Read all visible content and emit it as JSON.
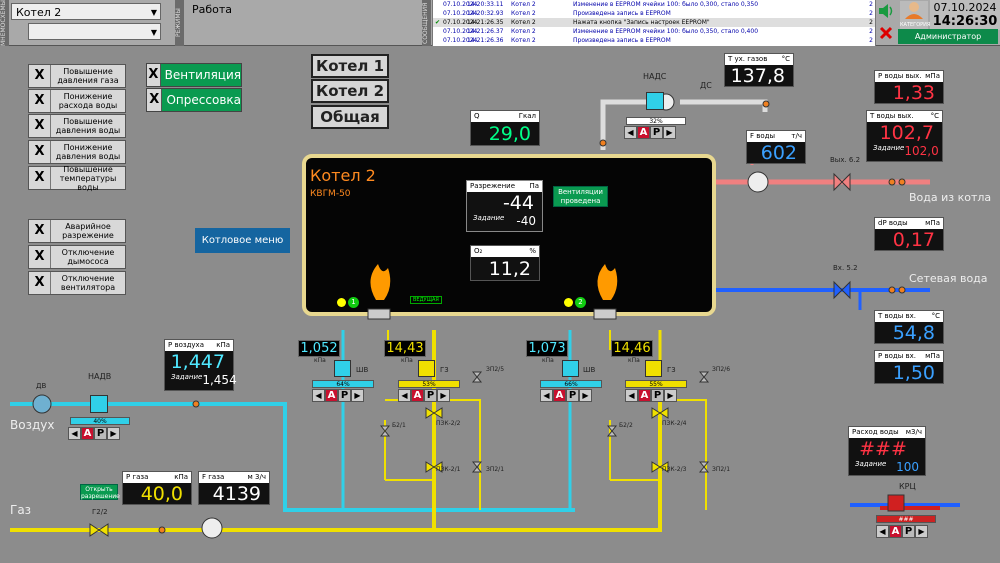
{
  "header": {
    "left_tab": "МНЕМОСХЕМЫ",
    "object_select": "Котел 2",
    "second_select": "",
    "mode_tab": "РЕЖИМЫ",
    "mode_value": "Работа",
    "events_tab": "СООБЩЕНИЯ"
  },
  "events": [
    {
      "date": "07.10.2024",
      "time": "14:20:33.11",
      "source": "Котел 2",
      "msg": "Изменение в EEPROM ячейки 100: было 0,300, стало 0,350",
      "num": "2"
    },
    {
      "date": "07.10.2024",
      "time": "14:20:32.93",
      "source": "Котел 2",
      "msg": "Произведена запись в EEPROM",
      "num": "2"
    },
    {
      "date": "07.10.2024",
      "time": "14:21:26.35",
      "source": "Котел 2",
      "msg": "Нажата кнопка \"Запись настроек EEPROM\"",
      "num": "2"
    },
    {
      "date": "07.10.2024",
      "time": "14:21:26.37",
      "source": "Котел 2",
      "msg": "Изменение в EEPROM ячейки 100: было 0,350, стало 0,400",
      "num": "2"
    },
    {
      "date": "07.10.2024",
      "time": "14:21:26.36",
      "source": "Котел 2",
      "msg": "Произведена запись в EEPROM",
      "num": "2"
    }
  ],
  "user": {
    "label": "КАТЕГОРИЯ",
    "role": "Администратор"
  },
  "clock": {
    "date": "07.10.2024",
    "time": "14:26:30"
  },
  "alarms_left": [
    "Повышение давления газа",
    "Понижение расхода воды",
    "Повышение давления воды",
    "Понижение давления воды",
    "Повышение температуры воды"
  ],
  "alarms_left2": [
    "Аварийное разрежение",
    "Отключение дымососа",
    "Отключение вентилятора"
  ],
  "x_mark": "X",
  "green_buttons": [
    "Вентиляция",
    "Опрессовка"
  ],
  "boiler_select": [
    "Котел 1",
    "Котел 2",
    "Общая"
  ],
  "boiler_menu": "Котловое меню",
  "boiler": {
    "title": "Котел 2",
    "model": "КВГМ-50",
    "ventilation": "Вентиляции проведена",
    "leading": "ВЕДУЩАЯ"
  },
  "q_box": {
    "name": "Q",
    "unit": "Гкал",
    "value": "29,0"
  },
  "vacuum": {
    "name": "Разрежение",
    "unit": "Па",
    "value": "-44",
    "set_label": "Задание",
    "set_value": "-40"
  },
  "o2": {
    "name": "O₂",
    "unit": "%",
    "value": "11,2"
  },
  "t_flue": {
    "name": "T ух. газов",
    "unit": "°C",
    "value": "137,8"
  },
  "nads": {
    "label": "НАДС",
    "pct": "32%",
    "ds": "ДС"
  },
  "f_water": {
    "name": "F воды",
    "unit": "т/ч",
    "value": "602"
  },
  "p_water_out": {
    "name": "P воды вых.",
    "unit": "мПа",
    "value": "1,33"
  },
  "t_water_out": {
    "name": "T воды вых.",
    "unit": "°C",
    "value": "102,7",
    "set_label": "Задание",
    "set_value": "102,0"
  },
  "dp_water": {
    "name": "dP воды",
    "unit": "мПа",
    "value": "0,17"
  },
  "t_water_in": {
    "name": "T воды вх.",
    "unit": "°C",
    "value": "54,8"
  },
  "p_water_in": {
    "name": "P воды вх.",
    "unit": "мПа",
    "value": "1,50"
  },
  "water_flow": {
    "name": "Расход воды",
    "unit": "м3/ч",
    "value": "###",
    "set_label": "Задание",
    "set_value": "100"
  },
  "krc": {
    "label": "КРЦ",
    "pct": "###"
  },
  "labels": {
    "water_out": "Вода из котла",
    "net_water": "Сетевая вода",
    "air": "Воздух",
    "gas": "Газ",
    "out_valve": "Вых. 6.2",
    "in_valve": "Вх. 5.2",
    "dv": "ДВ",
    "nadv": "НАДВ",
    "g22": "Г2/2"
  },
  "p_air": {
    "name": "P воздуха",
    "unit": "кПа",
    "value": "1,447",
    "set_label": "Задание",
    "set_value": "1,454"
  },
  "nadv_pct": "40%",
  "p_gas": {
    "name": "P газа",
    "unit": "кПа",
    "value": "40,0"
  },
  "f_gas": {
    "name": "F газа",
    "unit": "м 3/ч",
    "value": "4139"
  },
  "open_permit": "Открыть разрешение",
  "burner1": {
    "num": "1",
    "air_p": "1,052",
    "air_unit": "кПа",
    "gas_p": "14,43",
    "gas_unit": "кПа",
    "shv": "ШВ",
    "g": "Г3",
    "shv_pct": "64%",
    "g_pct": "53%",
    "zp": "ЗП2/5",
    "b": "Б2/1",
    "pzk1": "ПЗК-2/2",
    "pzk2": "ПЗК-2/1",
    "zp2": "ЗП2/1"
  },
  "burner2": {
    "num": "2",
    "air_p": "1,073",
    "air_unit": "кПа",
    "gas_p": "14,46",
    "gas_unit": "кПа",
    "shv": "ШВ",
    "g": "Г3",
    "shv_pct": "66%",
    "g_pct": "55%",
    "zp": "ЗП2/6",
    "b": "Б2/2",
    "pzk1": "ПЗК-2/4",
    "pzk2": "ПЗК-2/3",
    "zp2": "ЗП2/1"
  },
  "ctrl": {
    "l": "◀",
    "a": "A",
    "p": "P",
    "r": "▶"
  },
  "colors": {
    "gas": "#f0e000",
    "air": "#30d0e8",
    "hot": "#f08080",
    "cold": "#2060ff",
    "flue": "#f0f0f0",
    "green": "#0a9a50"
  }
}
